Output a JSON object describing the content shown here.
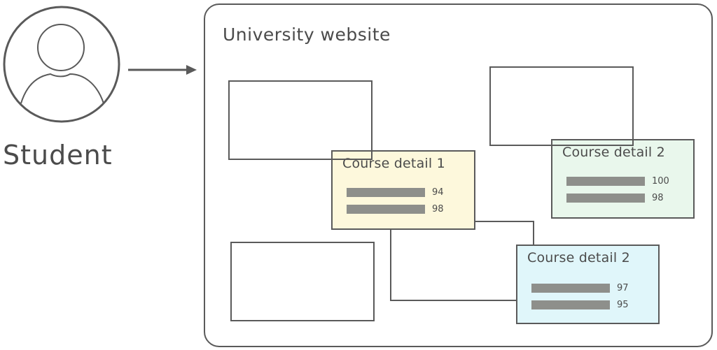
{
  "actor": {
    "label": "Student",
    "icon": "user-avatar-icon"
  },
  "website": {
    "title": "University website"
  },
  "cards": [
    {
      "title": "Course detail 1",
      "fill": "#fdf8dc",
      "values": [
        "94",
        "98"
      ]
    },
    {
      "title": "Course detail 2",
      "fill": "#e9f7ec",
      "values": [
        "100",
        "98"
      ]
    },
    {
      "title": "Course detail 2",
      "fill": "#e0f6fa",
      "values": [
        "97",
        "95"
      ]
    }
  ],
  "colors": {
    "stroke": "#5a5a5a",
    "bar": "#8e8f8b"
  }
}
